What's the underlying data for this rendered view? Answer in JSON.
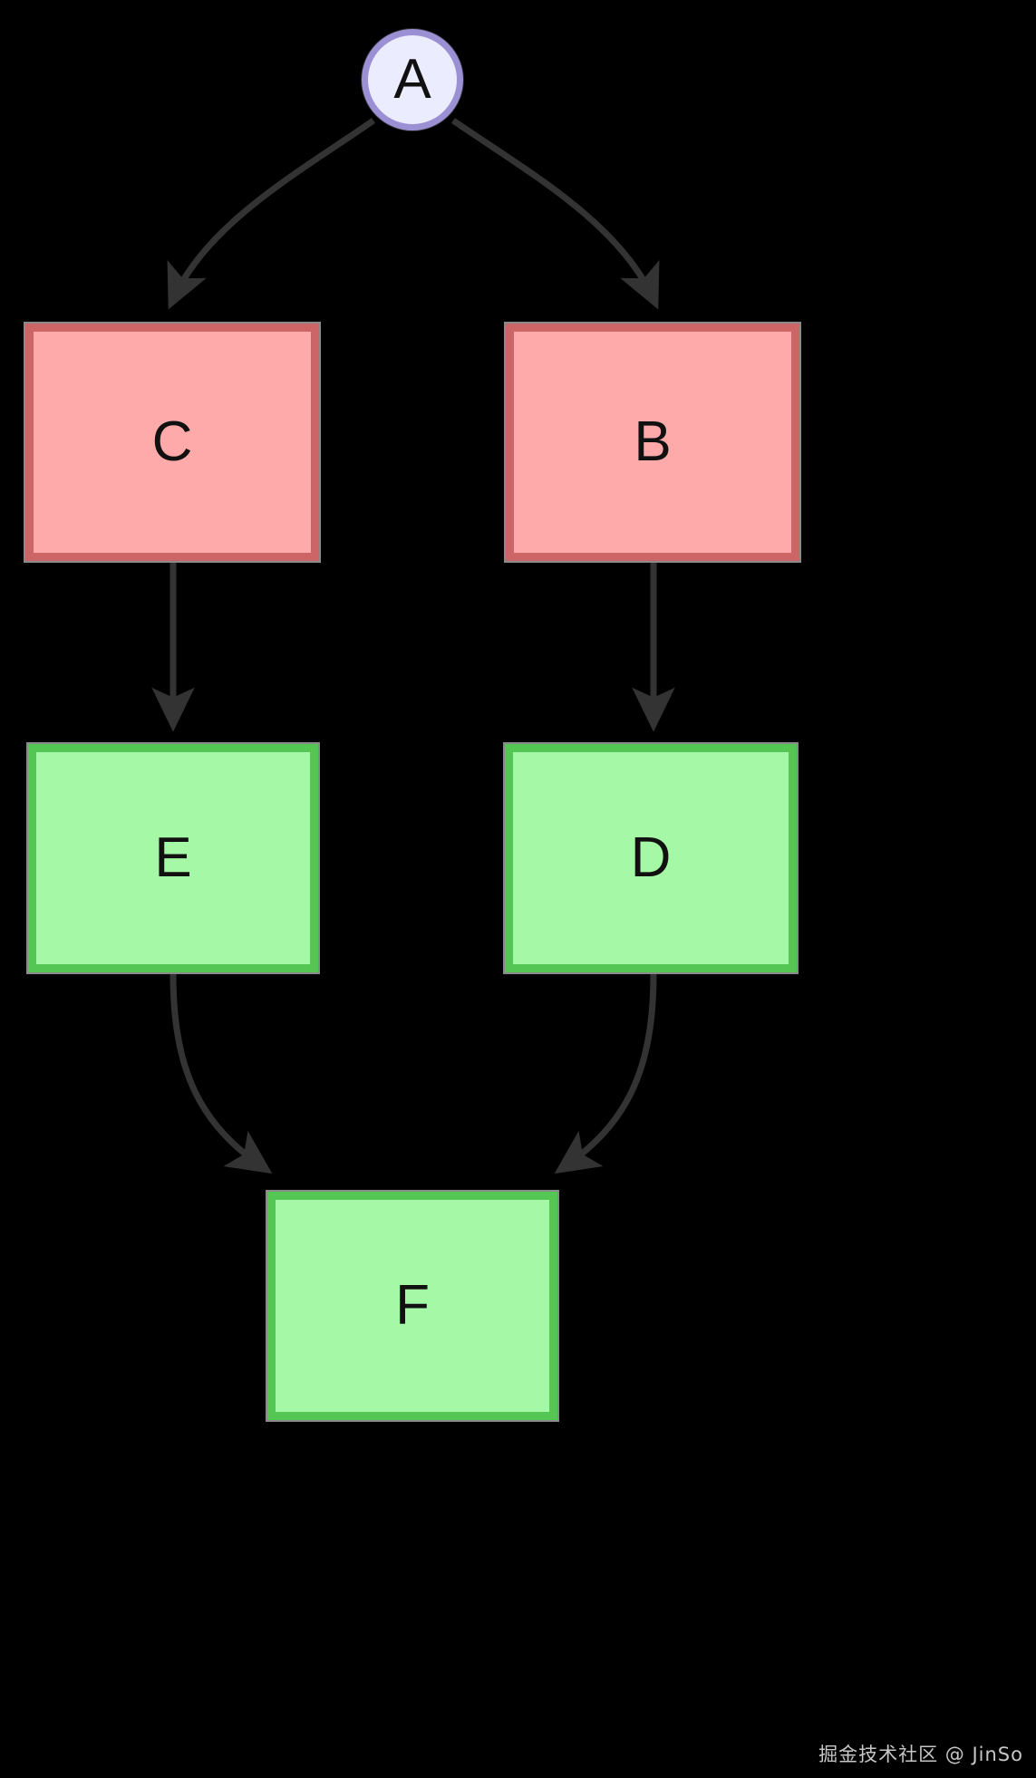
{
  "diagram": {
    "type": "flowchart",
    "direction": "top-down",
    "background_color": "#000000",
    "nodes": [
      {
        "id": "A",
        "label": "A",
        "shape": "circle",
        "fill": "#ECECFF",
        "stroke": "#9C90D4"
      },
      {
        "id": "C",
        "label": "C",
        "shape": "rectangle",
        "fill": "#FFAAAA",
        "stroke": "#CC6666"
      },
      {
        "id": "B",
        "label": "B",
        "shape": "rectangle",
        "fill": "#FFAAAA",
        "stroke": "#CC6666"
      },
      {
        "id": "E",
        "label": "E",
        "shape": "rectangle",
        "fill": "#A5F8A5",
        "stroke": "#53C653"
      },
      {
        "id": "D",
        "label": "D",
        "shape": "rectangle",
        "fill": "#A5F8A5",
        "stroke": "#53C653"
      },
      {
        "id": "F",
        "label": "F",
        "shape": "rectangle",
        "fill": "#A5F8A5",
        "stroke": "#53C653"
      }
    ],
    "edges": [
      {
        "from": "A",
        "to": "C",
        "style": "curved",
        "arrow": "filled",
        "label": ""
      },
      {
        "from": "A",
        "to": "B",
        "style": "curved",
        "arrow": "filled",
        "label": ""
      },
      {
        "from": "C",
        "to": "E",
        "style": "straight",
        "arrow": "filled",
        "label": ""
      },
      {
        "from": "B",
        "to": "D",
        "style": "straight",
        "arrow": "filled",
        "label": ""
      },
      {
        "from": "E",
        "to": "F",
        "style": "curved",
        "arrow": "filled",
        "label": ""
      },
      {
        "from": "D",
        "to": "F",
        "style": "curved",
        "arrow": "filled",
        "label": ""
      }
    ],
    "edge_color": "#333333"
  },
  "watermark": {
    "text": "掘金技术社区 @ JinSo",
    "color": "#d8d8d8"
  }
}
